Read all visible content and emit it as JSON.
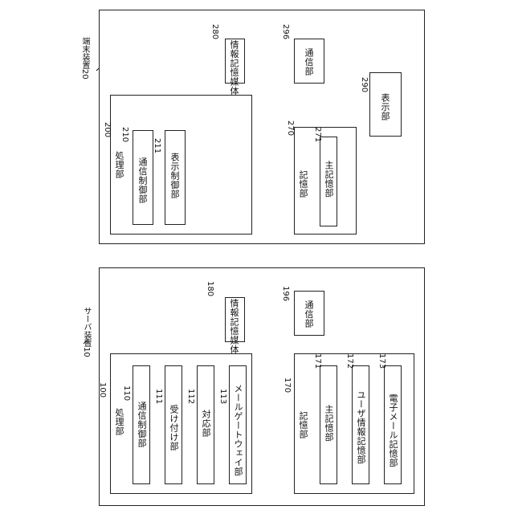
{
  "terminal": {
    "title": "端末装置20",
    "processing": {
      "label": "処理部",
      "ref": "200"
    },
    "comm_control": {
      "label": "通信制御部",
      "ref": "210"
    },
    "display_control": {
      "label": "表示制御部",
      "ref": "211"
    },
    "info_media": {
      "label": "情報記憶媒体",
      "ref": "280"
    },
    "comm": {
      "label": "通信部",
      "ref": "296"
    },
    "display": {
      "label": "表示部",
      "ref": "290"
    },
    "storage": {
      "label": "記憶部",
      "ref": "270"
    },
    "main_storage": {
      "label": "主記憶部",
      "ref": "271"
    }
  },
  "server": {
    "title": "サーバ装置10",
    "processing": {
      "label": "処理部",
      "ref": "100"
    },
    "comm_control": {
      "label": "通信制御部",
      "ref": "110"
    },
    "reception": {
      "label": "受け付け部",
      "ref": "111"
    },
    "response": {
      "label": "対応部",
      "ref": "112"
    },
    "mail_gateway": {
      "label": "メールゲートウェイ部",
      "ref": "113"
    },
    "info_media": {
      "label": "情報記憶媒体",
      "ref": "180"
    },
    "comm": {
      "label": "通信部",
      "ref": "196"
    },
    "storage": {
      "label": "記憶部",
      "ref": "170"
    },
    "main_storage": {
      "label": "主記憶部",
      "ref": "171"
    },
    "user_info_storage": {
      "label": "ユーザ情報記憶部",
      "ref": "172"
    },
    "email_storage": {
      "label": "電子メール記憶部",
      "ref": "173"
    }
  }
}
